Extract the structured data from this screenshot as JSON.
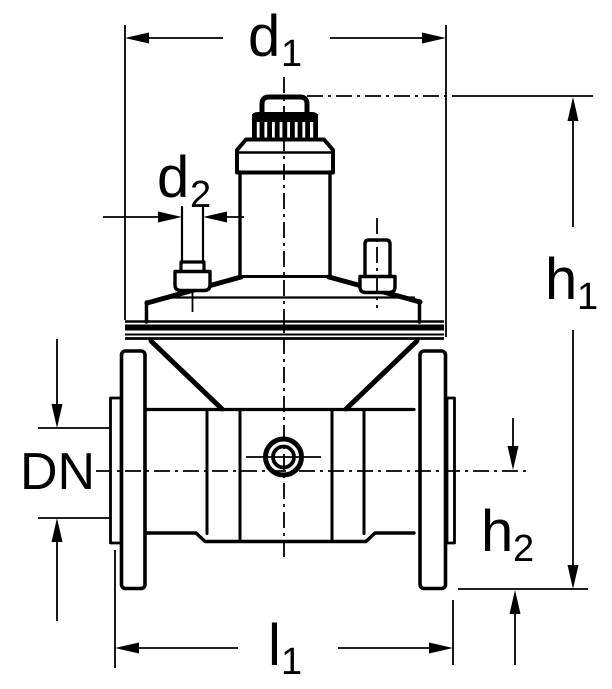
{
  "drawing": {
    "colors": {
      "ink": "#000000",
      "background": "#ffffff"
    },
    "labels": {
      "d1": {
        "main": "d",
        "sub": "1"
      },
      "d2": {
        "main": "d",
        "sub": "2"
      },
      "h1": {
        "main": "h",
        "sub": "1"
      },
      "h2": {
        "main": "h",
        "sub": "2"
      },
      "dn": {
        "main": "DN",
        "sub": ""
      },
      "l1": {
        "main": "l",
        "sub": "1"
      }
    }
  }
}
